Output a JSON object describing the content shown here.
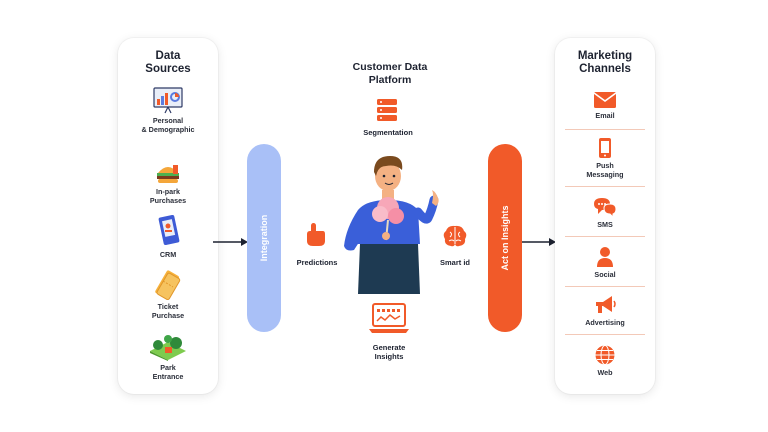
{
  "data_sources": {
    "title": "Data\nSources",
    "items": [
      {
        "label": "Personal\n& Demographic",
        "icon": "analytics-board-icon"
      },
      {
        "label": "In-park\nPurchases",
        "icon": "burger-icon"
      },
      {
        "label": "CRM",
        "icon": "crm-phone-icon"
      },
      {
        "label": "Ticket\nPurchase",
        "icon": "ticket-icon"
      },
      {
        "label": "Park\nEntrance",
        "icon": "park-icon"
      }
    ]
  },
  "integration": {
    "label": "Integration"
  },
  "platform": {
    "title": "Customer Data\nPlatform",
    "segmentation": "Segmentation",
    "predictions": "Predictions",
    "smart_id": "Smart id",
    "generate_insights": "Generate\nInsights"
  },
  "act_on_insights": {
    "label": "Act on Insights"
  },
  "marketing_channels": {
    "title": "Marketing\nChannels",
    "items": [
      {
        "label": "Email",
        "icon": "email-icon"
      },
      {
        "label": "Push\nMessaging",
        "icon": "mobile-phone-icon"
      },
      {
        "label": "SMS",
        "icon": "chat-bubbles-icon"
      },
      {
        "label": "Social",
        "icon": "person-icon"
      },
      {
        "label": "Advertising",
        "icon": "megaphone-icon"
      },
      {
        "label": "Web",
        "icon": "globe-icon"
      }
    ]
  },
  "colors": {
    "accent": "#f15a29",
    "integration": "#a9c0f7",
    "text": "#1d2230"
  }
}
